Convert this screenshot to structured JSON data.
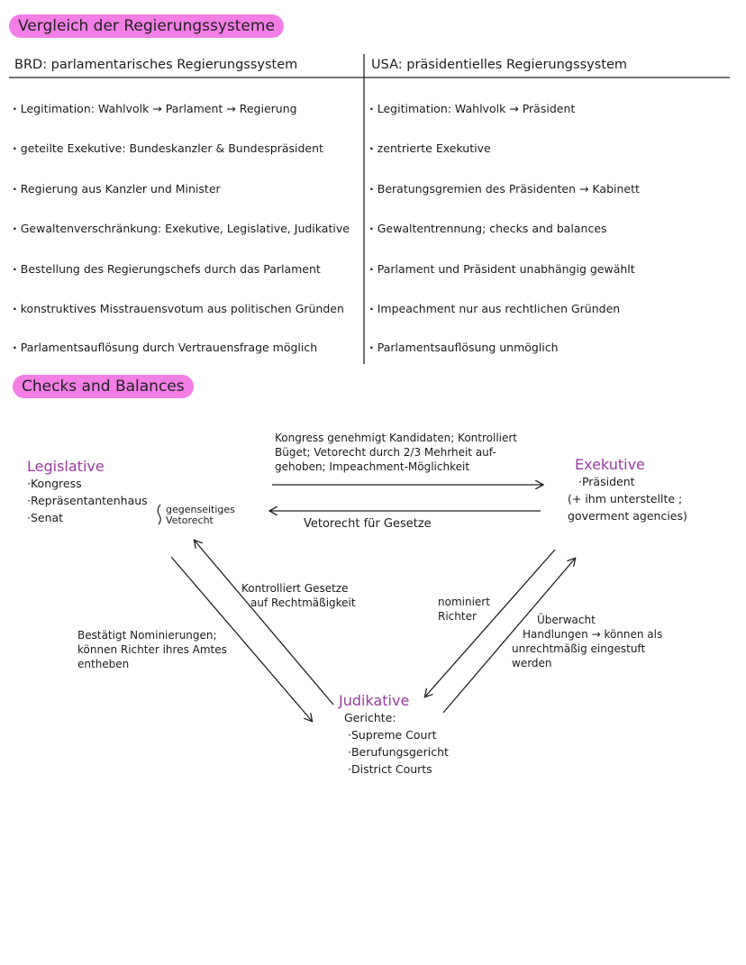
{
  "title": "Vergleich der Regierungssysteme",
  "table": {
    "left_header": "BRD: parlamentarisches Regierungssystem",
    "right_header": "USA: präsidentielles Regierungssystem",
    "rows": [
      {
        "left": "Legitimation: Wahlvolk → Parlament → Regierung",
        "right": "Legitimation: Wahlvolk → Präsident"
      },
      {
        "left": "geteilte Exekutive: Bundeskanzler & Bundespräsident",
        "right": "zentrierte Exekutive"
      },
      {
        "left": "Regierung aus Kanzler und Minister",
        "right": "Beratungsgremien des Präsidenten → Kabinett"
      },
      {
        "left": "Gewaltenverschränkung: Exekutive, Legislative, Judikative",
        "right": "Gewaltentrennung; checks and balances"
      },
      {
        "left": "Bestellung des Regierungschefs durch das Parlament",
        "right": "Parlament und Präsident unabhängig gewählt"
      },
      {
        "left": "konstruktives Misstrauensvotum aus politischen Gründen",
        "right": "Impeachment nur aus rechtlichen Gründen"
      },
      {
        "left": "Parlamentsauflösung durch Vertrauensfrage möglich",
        "right": "Parlamentsauflösung unmöglich"
      }
    ]
  },
  "checks_title": "Checks and Balances",
  "legislative": {
    "title": "Legislative",
    "items": [
      "·Kongress",
      "·Repräsentantenhaus",
      "·Senat"
    ],
    "brace_note": "gegenseitiges Vetorecht"
  },
  "executive": {
    "title": "Exekutive",
    "items": [
      "·Präsident",
      "(+ ihm unterstellte ;",
      "goverment agencies)"
    ]
  },
  "judicative": {
    "title": "Judikative",
    "items": [
      "Gerichte:",
      "·Supreme Court",
      "·Berufungsgericht",
      "·District Courts"
    ]
  },
  "arrows": {
    "leg_to_exe": [
      "Kongress genehmigt Kandidaten; Kontrolliert",
      "Büget; Vetorecht durch 2/3 Mehrheit auf-",
      "gehoben; Impeachment-Möglichkeit"
    ],
    "exe_to_leg": "Vetorecht für Gesetze",
    "jud_to_leg": [
      "Kontrolliert Gesetze",
      "auf Rechtmäßigkeit"
    ],
    "leg_to_jud": [
      "Bestätigt Nominierungen;",
      "können Richter ihres Amtes",
      "entheben"
    ],
    "exe_to_jud": [
      "nominiert",
      "Richter"
    ],
    "jud_to_exe": [
      "Überwacht",
      "Handlungen → können als",
      "unrechtmäßig eingestuft",
      "werden"
    ]
  },
  "colors": {
    "highlight": "#f27ee6",
    "accent_title": "#9b3aa0",
    "ink": "#1b1b1b"
  }
}
